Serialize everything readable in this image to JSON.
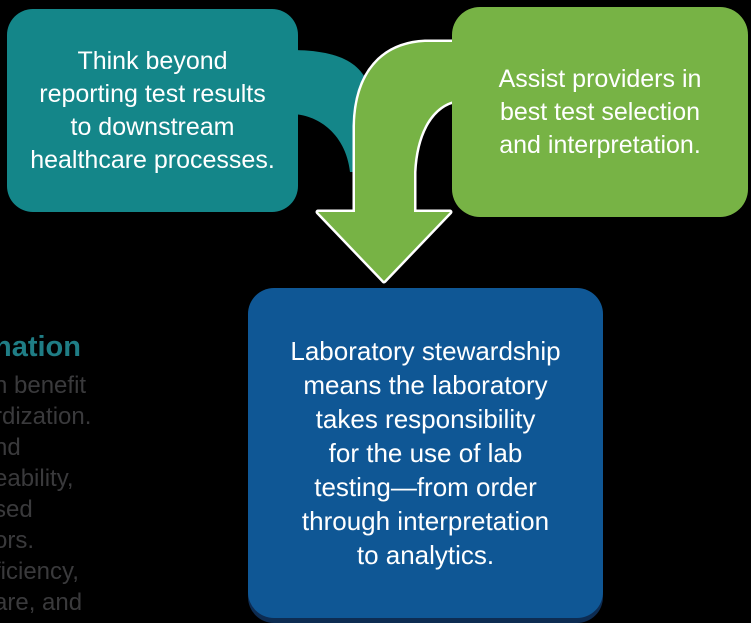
{
  "canvas": {
    "background_color": "#000000"
  },
  "boxes": {
    "think": {
      "fill_color": "#148689",
      "text_color": "#ffffff",
      "lines": [
        "Think beyond",
        "reporting test results",
        "to downstream",
        "healthcare processes."
      ]
    },
    "assist": {
      "fill_color": "#77b345",
      "text_color": "#ffffff",
      "lines": [
        "Assist providers in",
        "best test selection",
        "and interpretation."
      ]
    },
    "stewardship": {
      "fill_color": "#0f5795",
      "text_color": "#ffffff",
      "shadow_color": "#0d2c52",
      "lines": [
        "Laboratory stewardship",
        "means the laboratory",
        "takes responsibility",
        "for the use of lab",
        "testing—from order",
        "through interpretation",
        "to analytics."
      ]
    }
  },
  "arrow": {
    "teal_ribbon_color": "#148689",
    "green_ribbon_color": "#77b345",
    "outline_color": "#ffffff"
  },
  "left_text": {
    "heading_fragment": "nation",
    "heading_color": "#1f7d85",
    "fragment_color": "#3a3a3c",
    "fragments": [
      "n benefit",
      "rdization.",
      "nd",
      "eability,",
      "sed",
      "ors.",
      "ficiency,",
      "are, and"
    ]
  }
}
